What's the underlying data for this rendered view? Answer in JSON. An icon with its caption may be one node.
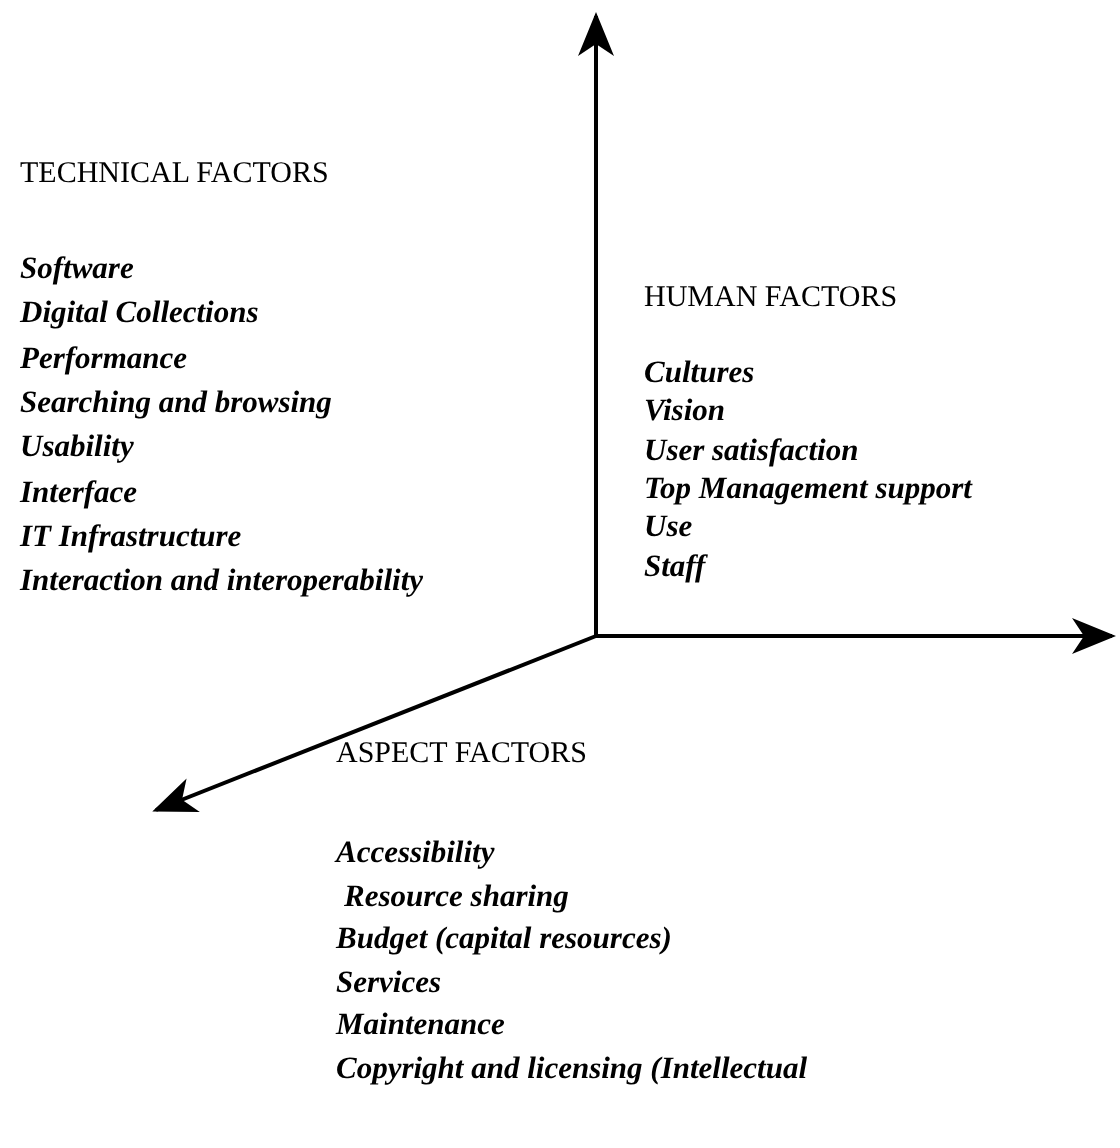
{
  "diagram": {
    "labels": [
      "TECHNICAL FACTORS",
      "Software",
      "Digital Collections",
      "Performance",
      "Searching and browsing",
      "Usability",
      "Interface",
      "IT Infrastructure",
      "Interaction and interoperability",
      "HUMAN FACTORS",
      "Cultures",
      "Vision",
      "User satisfaction",
      "Top Management support",
      "Use",
      "Staff",
      "ASPECT FACTORS",
      "Accessibility",
      "Resource sharing",
      "Budget (capital resources)",
      "Services",
      "Maintenance",
      "Copyright and licensing (Intellectual"
    ]
  }
}
